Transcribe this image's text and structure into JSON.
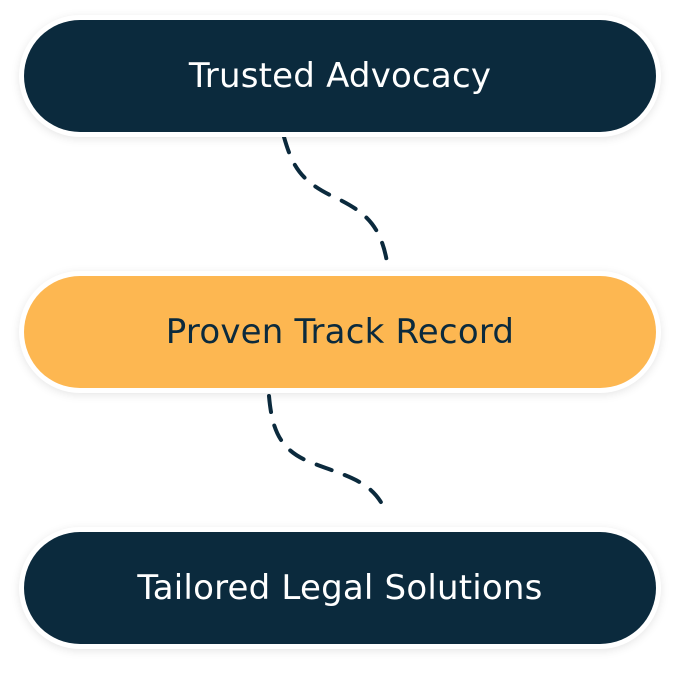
{
  "steps": [
    {
      "label": "Trusted Advocacy",
      "style": "dark"
    },
    {
      "label": "Proven Track Record",
      "style": "accent"
    },
    {
      "label": "Tailored Legal Solutions",
      "style": "dark"
    }
  ],
  "colors": {
    "dark": "#0b2a3d",
    "accent": "#fdb751",
    "connector": "#0b2a3d"
  }
}
